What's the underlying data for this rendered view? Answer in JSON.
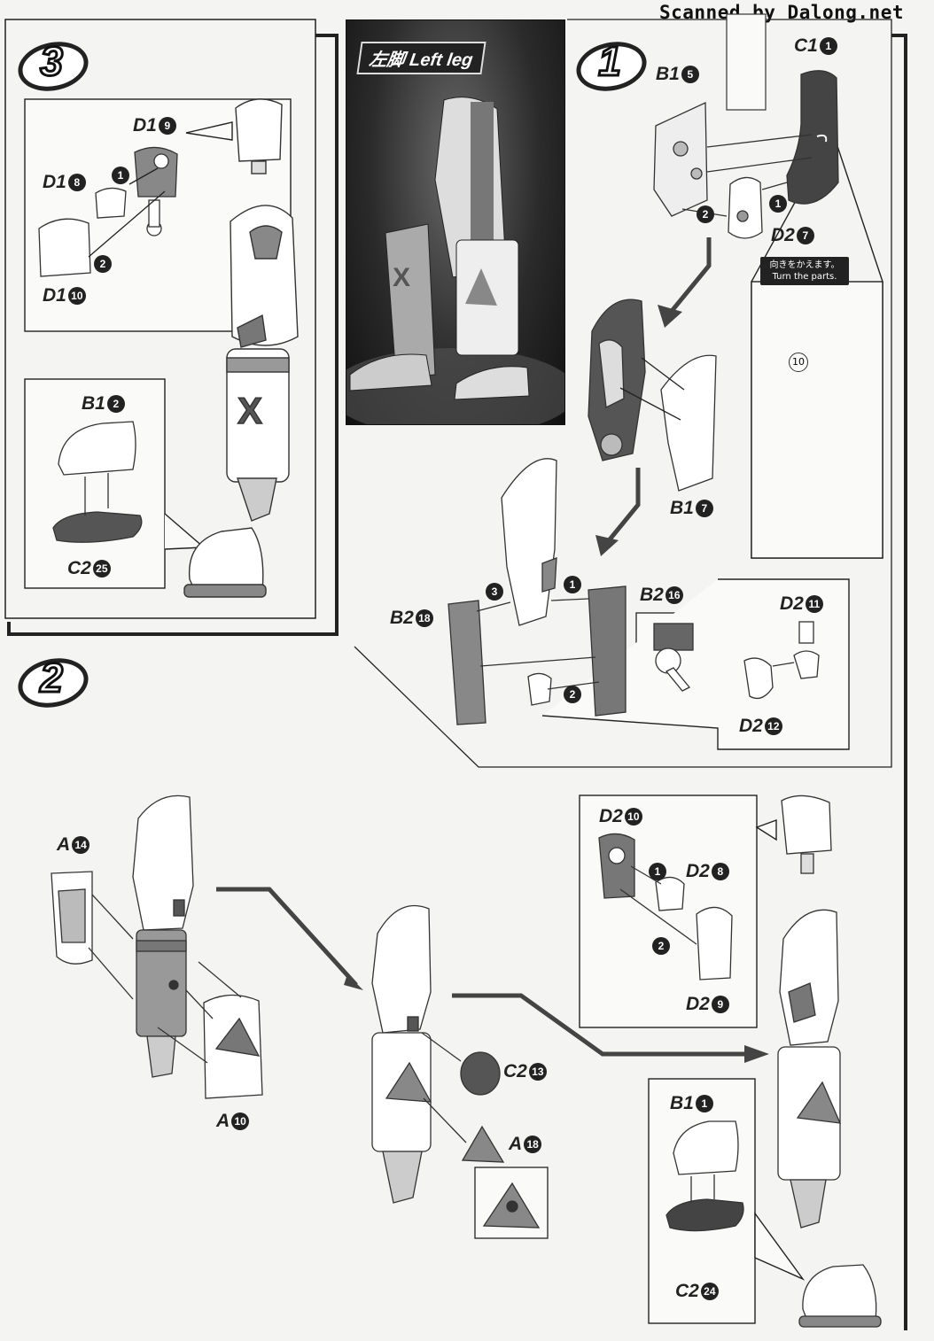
{
  "header": {
    "scan_credit": "Scanned by Dalong.net"
  },
  "steps": {
    "step3": {
      "number": "3"
    },
    "step1": {
      "number": "1"
    },
    "step2": {
      "number": "2"
    }
  },
  "photo": {
    "title": "左脚 Left leg"
  },
  "note": {
    "jp": "向きをかえます。",
    "en": "Turn the parts."
  },
  "labels": {
    "d19": {
      "part": "D1",
      "num": "9"
    },
    "d18": {
      "part": "D1",
      "num": "8"
    },
    "d110": {
      "part": "D1",
      "num": "10"
    },
    "b12": {
      "part": "B1",
      "num": "2"
    },
    "c225": {
      "part": "C2",
      "num": "25"
    },
    "b15": {
      "part": "B1",
      "num": "5"
    },
    "c11": {
      "part": "C1",
      "num": "1"
    },
    "d27": {
      "part": "D2",
      "num": "7"
    },
    "b17": {
      "part": "B1",
      "num": "7"
    },
    "b216": {
      "part": "B2",
      "num": "16"
    },
    "b218": {
      "part": "B2",
      "num": "18"
    },
    "d211": {
      "part": "D2",
      "num": "11"
    },
    "d212": {
      "part": "D2",
      "num": "12"
    },
    "a14": {
      "part": "A",
      "num": "14"
    },
    "a10": {
      "part": "A",
      "num": "10"
    },
    "c213": {
      "part": "C2",
      "num": "13"
    },
    "a18": {
      "part": "A",
      "num": "18"
    },
    "d210": {
      "part": "D2",
      "num": "10"
    },
    "d28": {
      "part": "D2",
      "num": "8"
    },
    "d29": {
      "part": "D2",
      "num": "9"
    },
    "b11": {
      "part": "B1",
      "num": "1"
    },
    "c224": {
      "part": "C2",
      "num": "24"
    }
  },
  "order_marks": {
    "one": "1",
    "two": "2",
    "three": "3",
    "ten": "10"
  }
}
